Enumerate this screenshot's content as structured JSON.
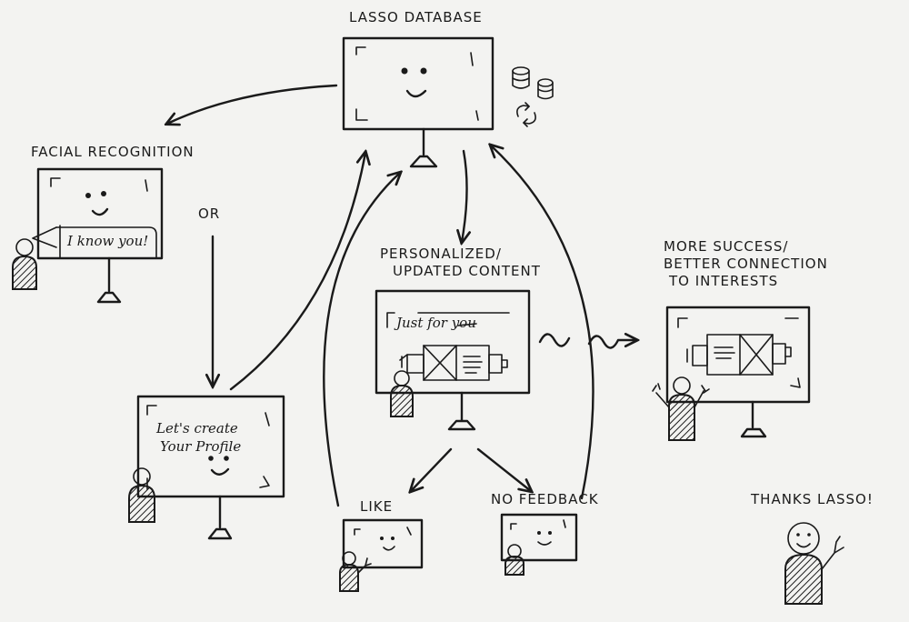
{
  "labels": {
    "lasso_database": "LASSO DATABASE",
    "facial_recognition": "FACIAL RECOGNITION",
    "or": "OR",
    "personalized_line1": "PERSONALIZED/",
    "personalized_line2": "UPDATED CONTENT",
    "more_success_line1": "MORE SUCCESS/",
    "more_success_line2": "BETTER CONNECTION",
    "more_success_line3": "TO INTERESTS",
    "like": "LIKE",
    "no_feedback": "NO FEEDBACK",
    "thanks": "THANKS LASSO!"
  },
  "screen_text": {
    "i_know_you": "I know you!",
    "lets_create_line1": "Let's create",
    "lets_create_line2": "Your Profile",
    "just_for_you": "Just for you"
  },
  "colors": {
    "ink": "#1a1a1a",
    "paper": "#f3f3f1"
  }
}
